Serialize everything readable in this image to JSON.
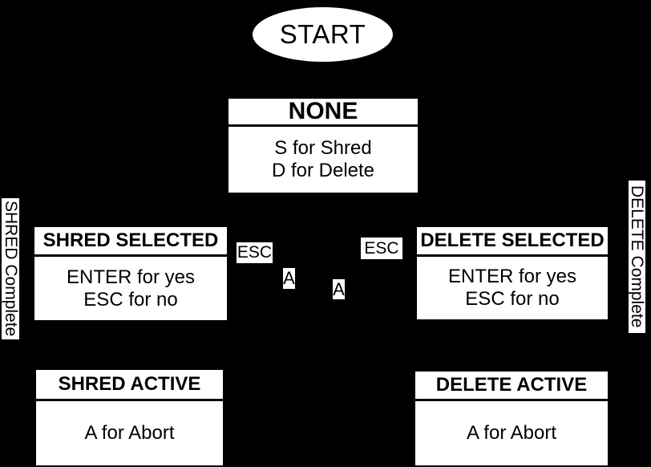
{
  "diagram": {
    "background": "#000000",
    "node_fill": "#ffffff",
    "node_text": "#000000"
  },
  "nodes": {
    "start": {
      "label": "START"
    },
    "none": {
      "title": "NONE",
      "line1": "S for Shred",
      "line2": "D for Delete"
    },
    "shred_selected": {
      "title": "SHRED SELECTED",
      "line1": "ENTER for yes",
      "line2": "ESC for no"
    },
    "delete_selected": {
      "title": "DELETE SELECTED",
      "line1": "ENTER for yes",
      "line2": "ESC for no"
    },
    "shred_active": {
      "title": "SHRED ACTIVE",
      "line1": "A for Abort"
    },
    "delete_active": {
      "title": "DELETE ACTIVE",
      "line1": "A for Abort"
    }
  },
  "edge_labels": {
    "esc_left": "ESC",
    "esc_right": "ESC",
    "a_left": "A",
    "a_right": "A",
    "shred_complete": "SHRED Complete",
    "delete_complete": "DELETE Complete"
  }
}
